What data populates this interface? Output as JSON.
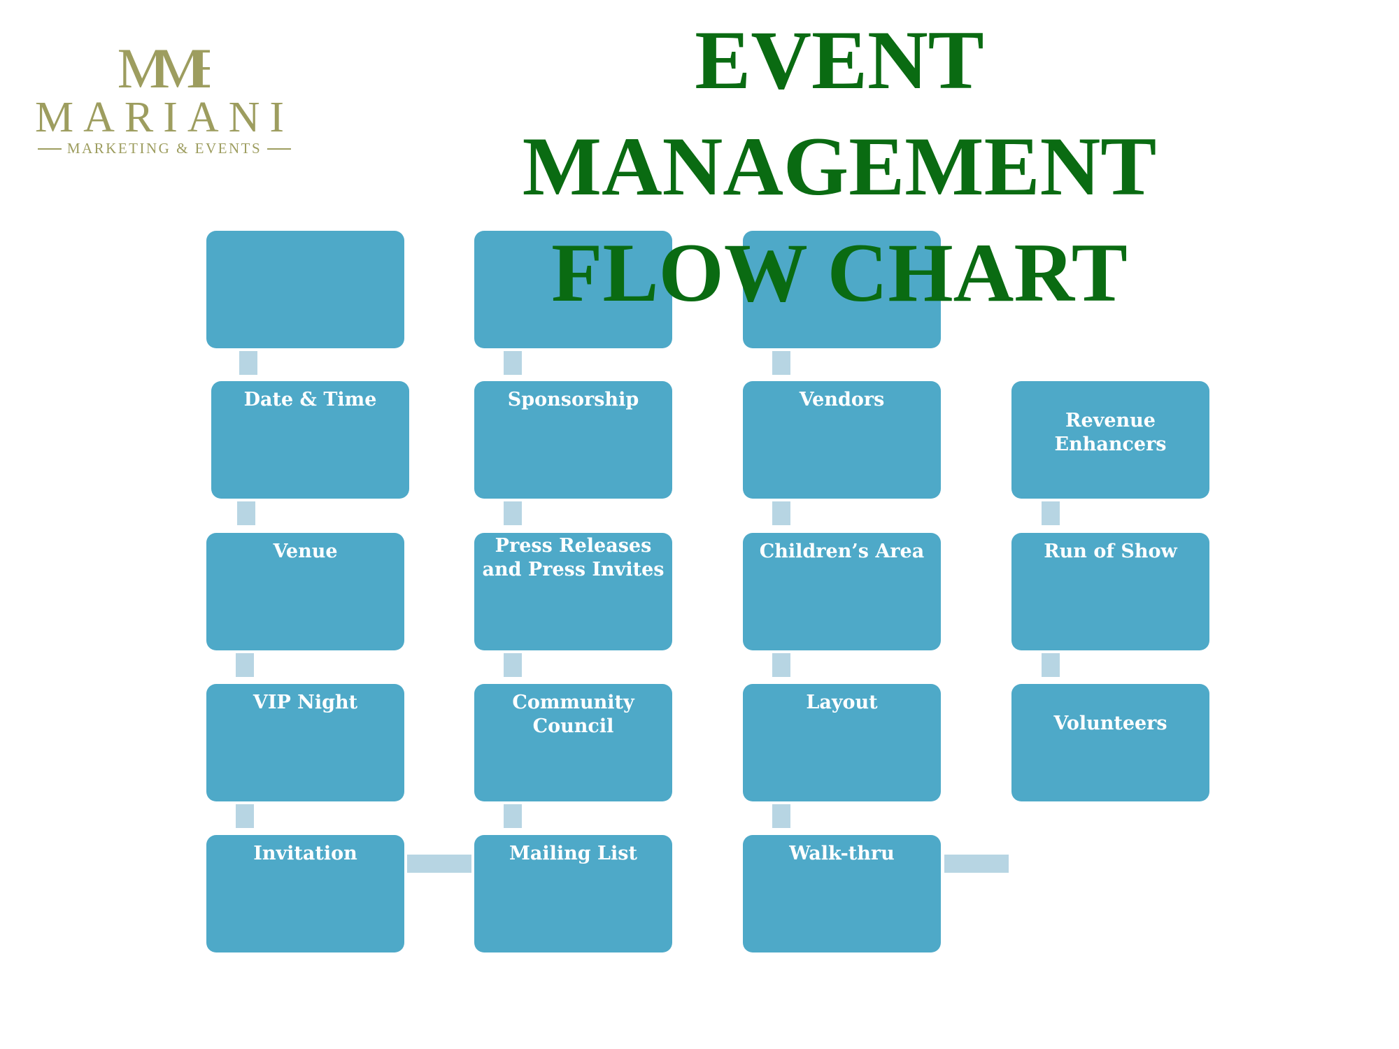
{
  "logo": {
    "monogram": "MME",
    "name": "MARIANI",
    "tagline": "MARKETING & EVENTS",
    "color": "#9d9d5f"
  },
  "title": {
    "lines": [
      "EVENT",
      "MANAGEMENT",
      "FLOW CHART"
    ],
    "color": "#0a6b12"
  },
  "colors": {
    "box": "#4ea9c8",
    "connector": "#b7d5e3"
  },
  "columns": [
    {
      "boxes": [
        "",
        "Date & Time",
        "Venue",
        "VIP Night",
        "Invitation"
      ]
    },
    {
      "boxes": [
        "",
        "Sponsorship",
        "Press Releases and Press Invites",
        "Community Council",
        "Mailing List"
      ]
    },
    {
      "boxes": [
        "",
        "Vendors",
        "Children’s Area",
        "Layout",
        "Walk-thru"
      ]
    },
    {
      "boxes": [
        "Revenue Enhancers",
        "Run of Show",
        "Volunteers"
      ]
    }
  ]
}
